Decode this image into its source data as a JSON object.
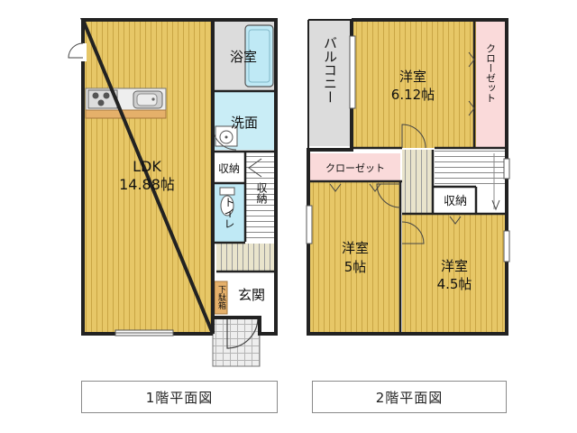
{
  "floor1": {
    "ldk_label": "LDK",
    "ldk_size": "14.88帖",
    "bath": "浴室",
    "washroom": "洗面",
    "storage_a": "収納",
    "storage_b": "収納",
    "toilet": "トイレ",
    "shoe_cabinet": "下駄箱",
    "entrance": "玄関",
    "caption": "1階平面図"
  },
  "floor2": {
    "balcony": "バルコニー",
    "room_a_label": "洋室",
    "room_a_size": "6.12帖",
    "closet_a": "クローゼット",
    "closet_b": "クローゼット",
    "room_b_label": "洋室",
    "room_b_size": "5帖",
    "storage": "収納",
    "room_c_label": "洋室",
    "room_c_size": "4.5帖",
    "caption": "2階平面図"
  },
  "colors": {
    "wood": "#e7c767",
    "bath_blue": "#bfe9f5",
    "closet_pink": "#fadada",
    "gray": "#dcdcdc",
    "wall": "#222222"
  }
}
